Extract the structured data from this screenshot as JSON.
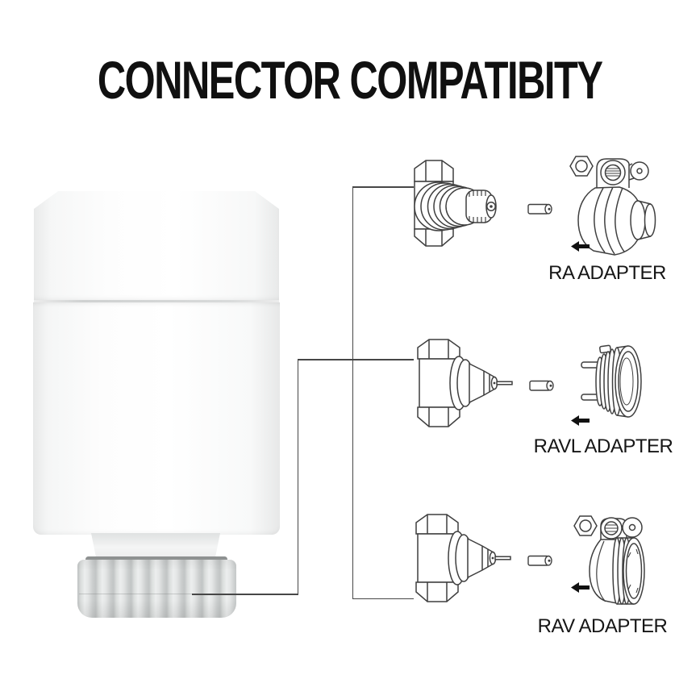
{
  "title": "CONNECTOR COMPATIBITY",
  "rows": [
    {
      "id": "ra",
      "label": "RA ADAPTER",
      "arrow_icon": "arrow-left"
    },
    {
      "id": "ravl",
      "label": "RAVL ADAPTER",
      "arrow_icon": "arrow-left"
    },
    {
      "id": "rav",
      "label": "RAV ADAPTER",
      "arrow_icon": "arrow-left"
    }
  ],
  "icons": {
    "arrow_left_glyph": "◀"
  },
  "colors": {
    "background": "#ffffff",
    "title_text": "#101010",
    "label_text": "#161616",
    "line_art_stroke": "#3f3f3f",
    "connector_line": "#474747",
    "arrow_fill": "#111111",
    "device_body": "#f8f9f9",
    "device_ring": "#d6d9d8",
    "device_ring_gap": "#8e9191"
  }
}
